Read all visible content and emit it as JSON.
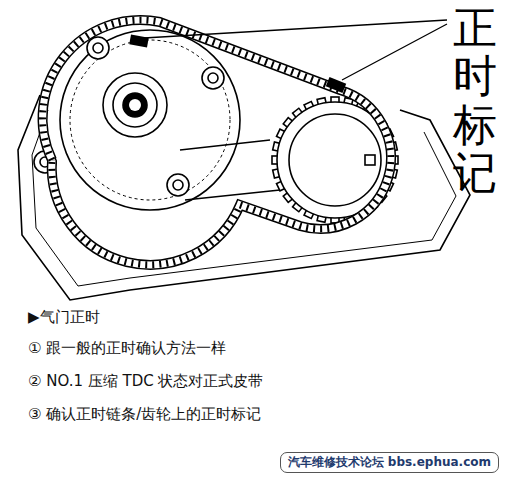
{
  "diagram": {
    "nodes": [
      {
        "text": [
          "汽车维修技术论坛 bbs.ephua.com"
        ]
      }
    ],
    "labels": [
      "正时标记",
      "▶气门正时",
      "① 跟一般的正时确认方法一样",
      "② NO.1 压缩 TDC 状态对正式皮带",
      "③ 确认正时链条/齿轮上的正时标记"
    ]
  }
}
